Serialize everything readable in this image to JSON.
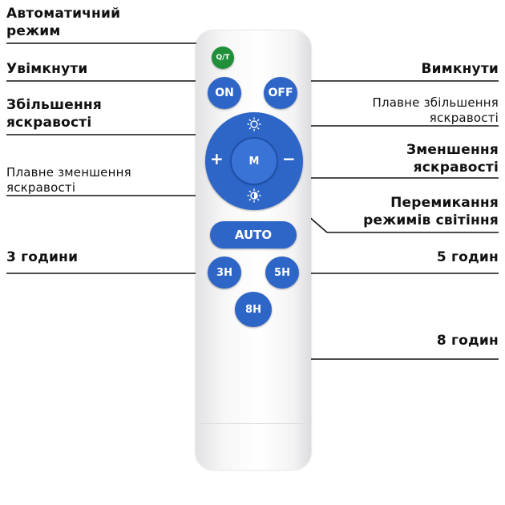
{
  "labels": {
    "auto_mode": [
      "Автоматичний",
      "режим"
    ],
    "turn_on": "Увімкнути",
    "turn_off": "Вимкнути",
    "brightness_up": [
      "Збільшення",
      "яскравості"
    ],
    "smooth_up": [
      "Плавне збільшення",
      "яскравості"
    ],
    "brightness_down": [
      "Зменшення",
      "яскравості"
    ],
    "smooth_down": [
      "Плавне зменшення",
      "яскравості"
    ],
    "mode_switch": [
      "Перемикання",
      "режимів світіння"
    ],
    "h3": "3 години",
    "h5": "5 годин",
    "h8": "8 годин"
  },
  "buttons": {
    "qt": "Q/T",
    "on": "ON",
    "off": "OFF",
    "m": "M",
    "plus": "+",
    "minus": "−",
    "auto": "AUTO",
    "h3": "3H",
    "h5": "5H",
    "h8": "8H"
  },
  "colors": {
    "button_blue": "#2e66c8",
    "qt_green": "#1f8f3a",
    "line": "#111111"
  },
  "icons": [
    "sun-icon",
    "dim-sun-icon"
  ]
}
